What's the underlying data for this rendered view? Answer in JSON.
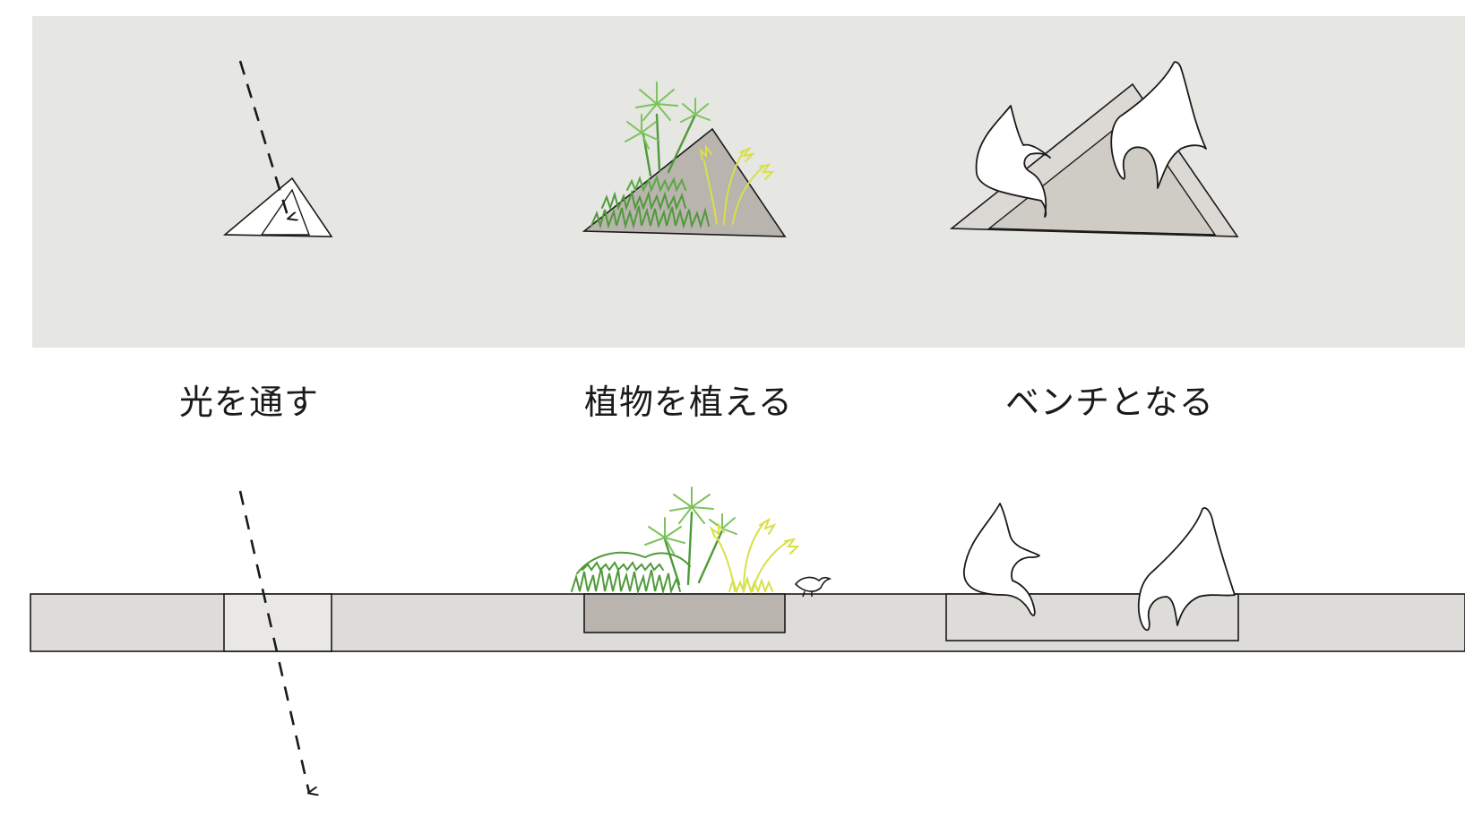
{
  "captions": {
    "light": "光を通す",
    "plant": "植物を植える",
    "bench": "ベンチとなる"
  },
  "colors": {
    "panel_background": "#e6e6e3",
    "slab_fill": "#dedcd8",
    "planter_fill": "#b9b4ae",
    "outline": "#1a1a1a",
    "grass_green": "#4f9a3a",
    "light_green": "#7cc45a",
    "yellow_flower": "#d8e04a"
  },
  "icons": [
    "light-arrow-icon",
    "triangle-opening-icon",
    "plant-cluster-icon",
    "bird-icon",
    "seated-figure-icon"
  ]
}
